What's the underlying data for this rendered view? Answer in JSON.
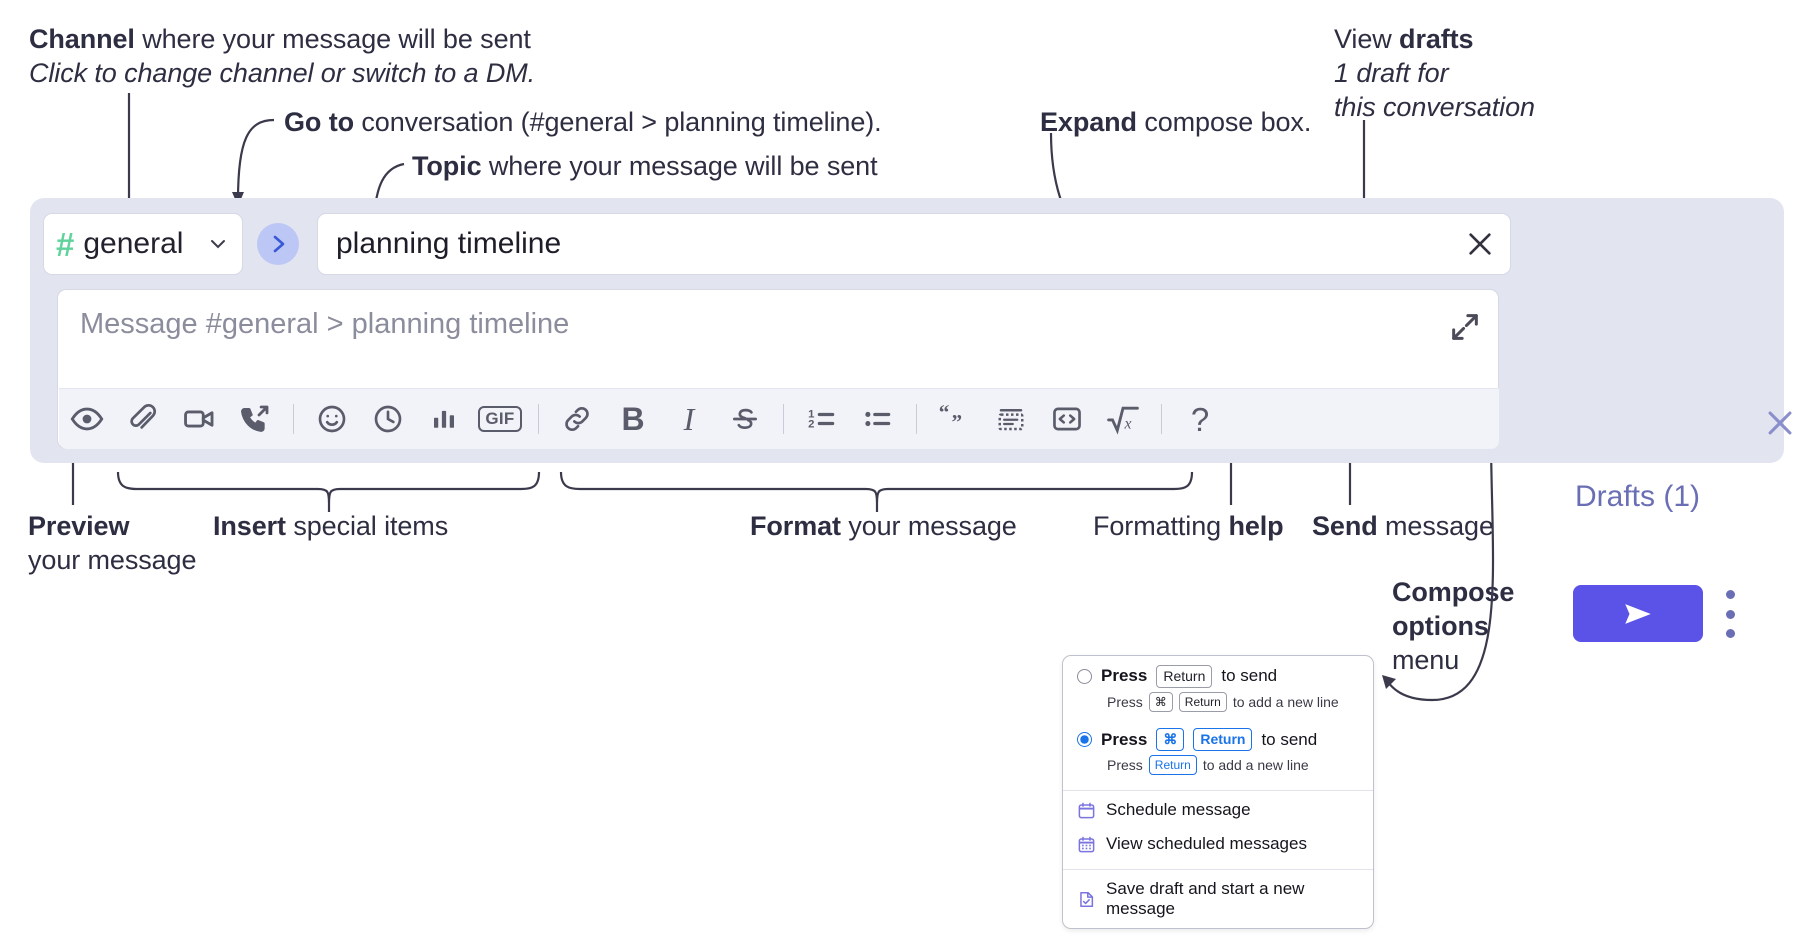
{
  "annotations": {
    "channel": {
      "line1_bold": "Channel",
      "line1_rest": " where your message will be sent",
      "line2_italic": "Click to change channel or switch to a DM."
    },
    "goto": {
      "bold": "Go to",
      "rest": " conversation (#general > planning timeline)."
    },
    "topic": {
      "bold": "Topic",
      "rest": " where your message will be sent"
    },
    "expand": {
      "bold": "Expand",
      "rest": " compose box."
    },
    "drafts": {
      "line1_rest": "View ",
      "line1_bold": "drafts",
      "line2_italic": "1 draft for",
      "line3_italic": "this conversation"
    },
    "preview": {
      "bold": "Preview",
      "rest": "your message"
    },
    "insert": {
      "bold": "Insert",
      "rest": " special items"
    },
    "format": {
      "bold": "Format",
      "rest": " your message"
    },
    "help": {
      "rest": "Formatting ",
      "bold": "help"
    },
    "send": {
      "bold": "Send",
      "rest": " message"
    },
    "compose_options": {
      "bold_line1": "Compose",
      "bold_line2": "options",
      "rest": "menu"
    }
  },
  "compose": {
    "channel_name": "general",
    "hash_icon": "hash-icon",
    "chevron_icon": "chevron-down-icon",
    "goto_icon": "chevron-right-icon",
    "topic_value": "planning timeline",
    "topic_clear_icon": "close-icon",
    "message_placeholder": "Message #general > planning timeline",
    "expand_icon": "expand-icon",
    "close_icon": "close-icon",
    "drafts_label": "Drafts (1)",
    "send_icon": "send-icon",
    "options_icon": "kebab-menu-icon",
    "accent_send": "#5b52e8",
    "accent_drafts_text": "#6a6fb5",
    "panel_bg": "#e2e4f0",
    "hash_color": "#5fd39b",
    "toolbar": [
      {
        "name": "preview-icon",
        "kind": "eye",
        "group": 0
      },
      {
        "name": "attachment-icon",
        "kind": "paperclip",
        "group": 1
      },
      {
        "name": "video-clip-icon",
        "kind": "video",
        "group": 1
      },
      {
        "name": "audio-clip-icon",
        "kind": "phone",
        "group": 1
      },
      {
        "name": "emoji-icon",
        "kind": "emoji",
        "group": 2
      },
      {
        "name": "schedule-icon",
        "kind": "clock",
        "group": 2
      },
      {
        "name": "poll-icon",
        "kind": "bars",
        "group": 2
      },
      {
        "name": "gif-icon",
        "kind": "gif",
        "group": 2,
        "label": "GIF"
      },
      {
        "name": "link-icon",
        "kind": "link",
        "group": 3
      },
      {
        "name": "bold-icon",
        "kind": "bold",
        "group": 3,
        "label": "B"
      },
      {
        "name": "italic-icon",
        "kind": "italic",
        "group": 3,
        "label": "I"
      },
      {
        "name": "strikethrough-icon",
        "kind": "strike",
        "group": 3
      },
      {
        "name": "ordered-list-icon",
        "kind": "ollist",
        "group": 4
      },
      {
        "name": "bulleted-list-icon",
        "kind": "ullist",
        "group": 4
      },
      {
        "name": "blockquote-icon",
        "kind": "quote",
        "group": 5
      },
      {
        "name": "code-block-icon",
        "kind": "codeblock",
        "group": 5
      },
      {
        "name": "inline-code-icon",
        "kind": "code",
        "group": 5
      },
      {
        "name": "math-icon",
        "kind": "math",
        "group": 5
      },
      {
        "name": "formatting-help-icon",
        "kind": "question",
        "group": 6,
        "label": "?"
      }
    ]
  },
  "menu": {
    "option1": {
      "selected": false,
      "main_pre": "Press",
      "main_key": "Return",
      "main_post": "to send",
      "sub_pre": "Press",
      "sub_key1": "⌘",
      "sub_key2": "Return",
      "sub_post": "to add a new line"
    },
    "option2": {
      "selected": true,
      "main_pre": "Press",
      "main_key1": "⌘",
      "main_key2": "Return",
      "main_post": "to send",
      "sub_pre": "Press",
      "sub_key": "Return",
      "sub_post": "to add a new line"
    },
    "items": [
      {
        "label": "Schedule message",
        "icon": "calendar-icon"
      },
      {
        "label": "View scheduled messages",
        "icon": "calendar-grid-icon"
      },
      {
        "label": "Save draft and start a new message",
        "icon": "document-check-icon"
      }
    ],
    "accent": "#1a73e8",
    "icon_color": "#7b74e0"
  }
}
